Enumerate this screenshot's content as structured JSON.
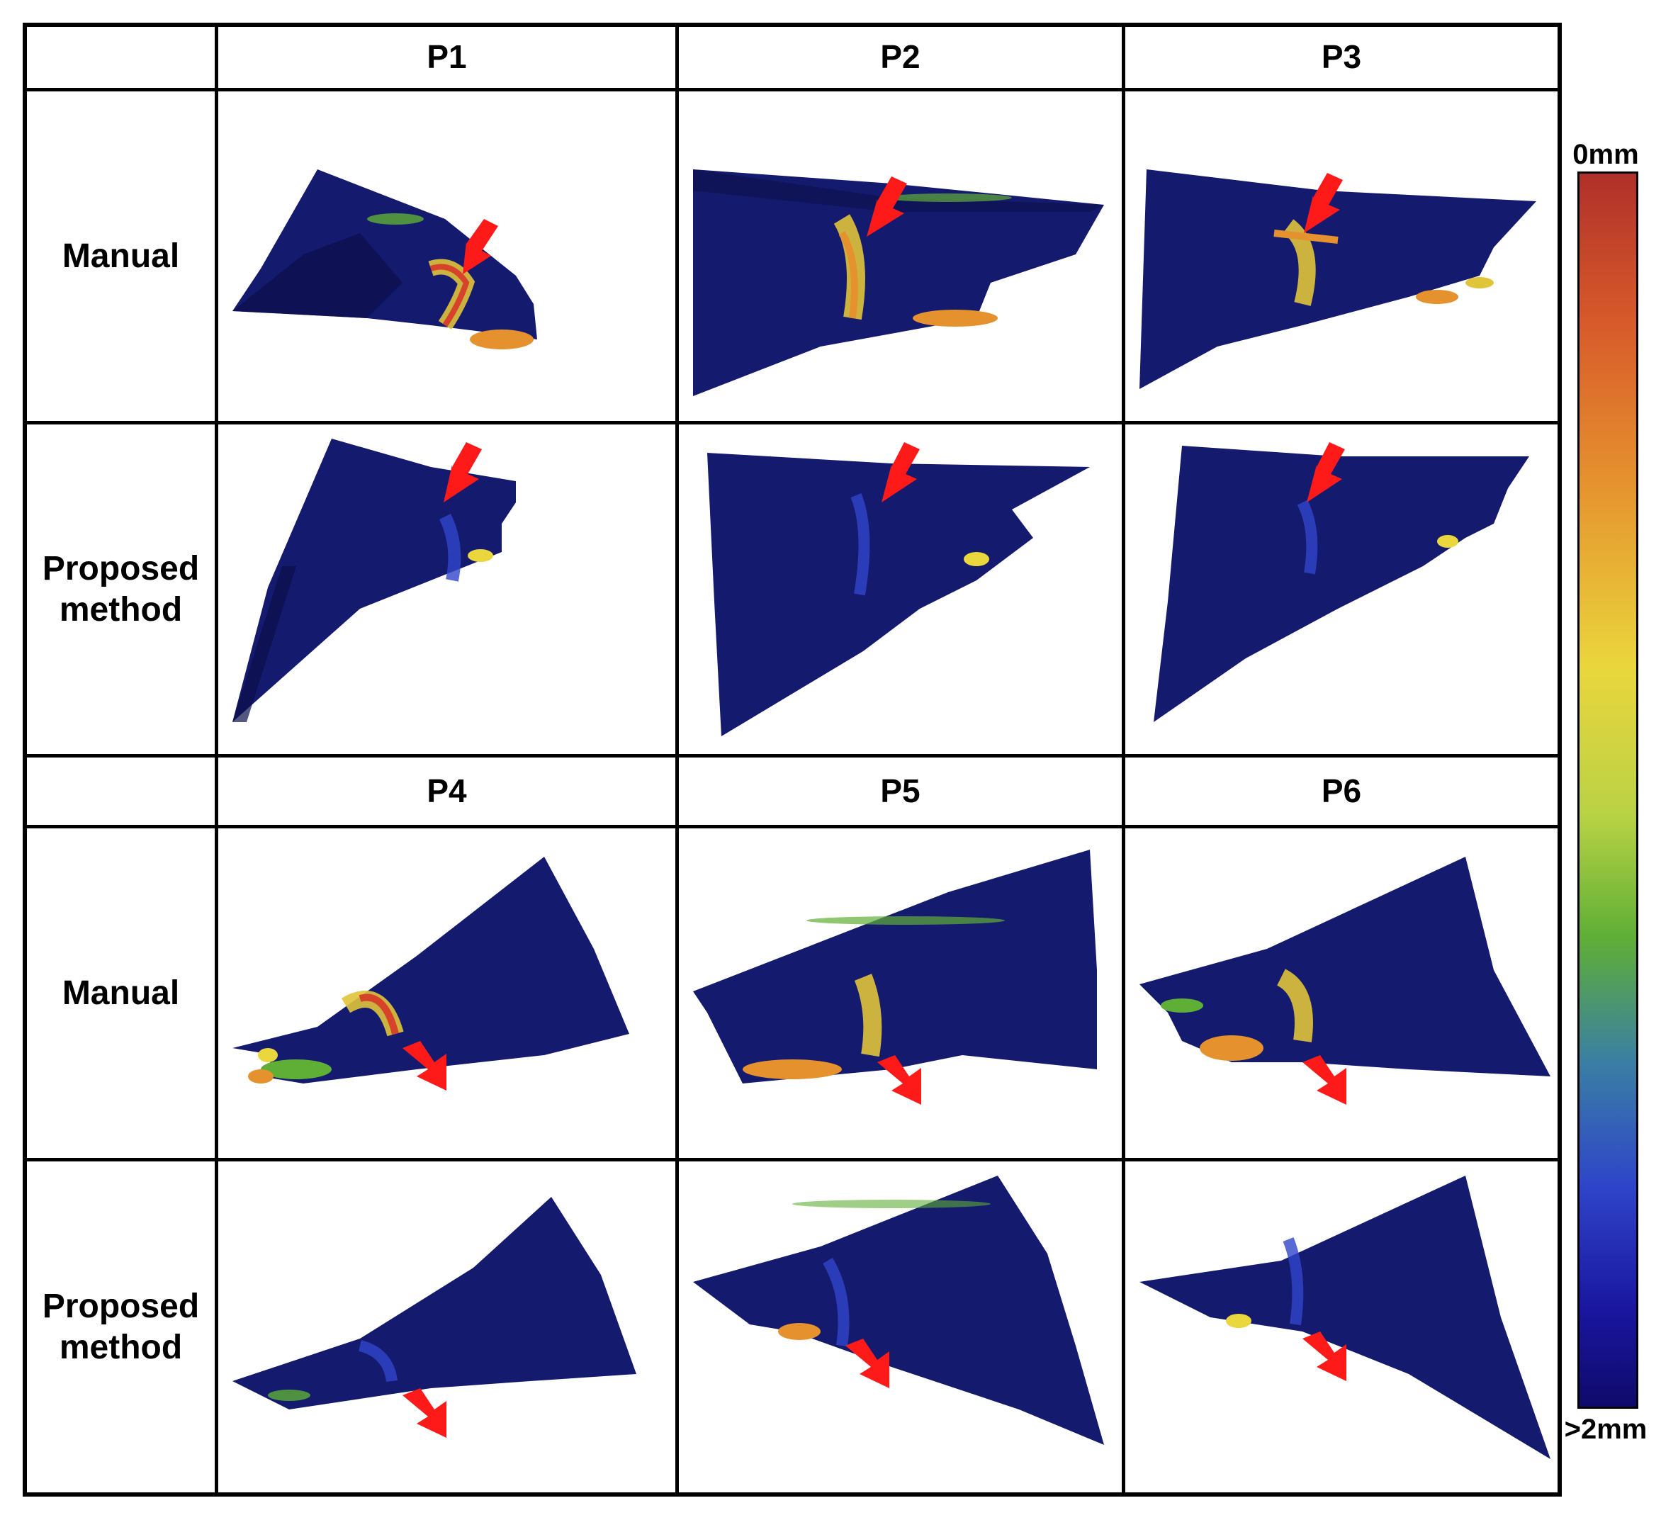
{
  "top_header": {
    "columns": [
      "P1",
      "P2",
      "P3"
    ]
  },
  "bottom_header": {
    "columns": [
      "P4",
      "P5",
      "P6"
    ]
  },
  "row_labels": {
    "manual": "Manual",
    "proposed": "Proposed\nmethod"
  },
  "colorbar": {
    "top_label": "0mm",
    "bottom_label": ">2mm",
    "colors": [
      "#b0302a",
      "#e5922e",
      "#ead63d",
      "#5fae36",
      "#2f45c9",
      "#0f0a6a"
    ]
  },
  "panel_colors": {
    "mesh": "#141a6e",
    "mesh_dark": "#0b0f4a",
    "arrow": "#ff1a1a"
  }
}
